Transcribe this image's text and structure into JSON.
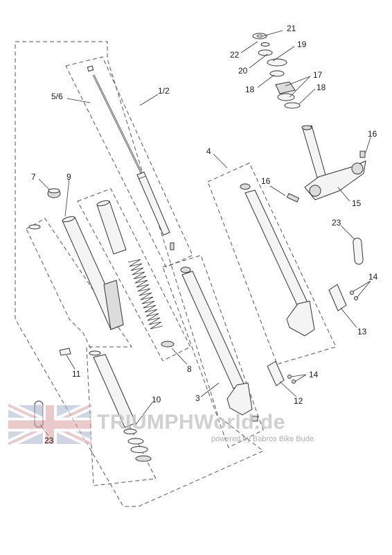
{
  "labels": {
    "l21": "21",
    "l22": "22",
    "l19": "19",
    "l20": "20",
    "l17": "17",
    "l18a": "18",
    "l18b": "18",
    "l56": "5/6",
    "l12a": "1/2",
    "l16a": "16",
    "l4": "4",
    "l16b": "16",
    "l15": "15",
    "l7": "7",
    "l9": "9",
    "l23a": "23",
    "l14a": "14",
    "l13": "13",
    "l8": "8",
    "l11": "11",
    "l14b": "14",
    "l3": "3",
    "l12": "12",
    "l10": "10",
    "l23b": "23"
  },
  "watermark": {
    "main": "TRIUMPHWorld.de",
    "sub": "powered by Babros Bike Bude"
  },
  "colors": {
    "line": "#333333",
    "watermark": "#c8c8c8",
    "flag_red": "#d9a0a0",
    "flag_blue": "#a8b4cc"
  }
}
